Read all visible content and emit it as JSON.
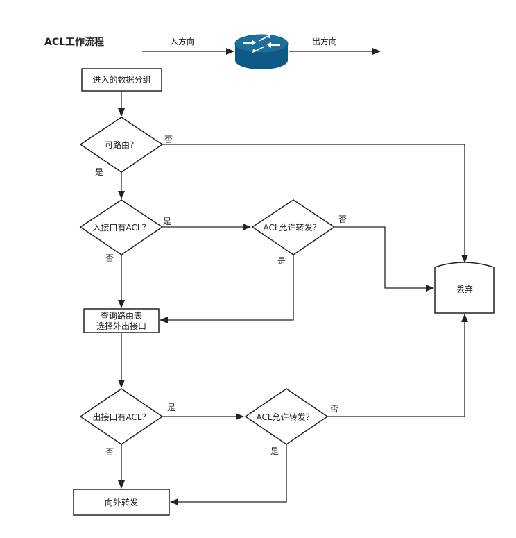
{
  "title": "ACL工作流程",
  "router": {
    "in_label": "入方向",
    "out_label": "出方向",
    "colors": {
      "top": "#1b6f9a",
      "body": "#0d5a87",
      "arrow": "#ffffff"
    },
    "icon": "router-icon"
  },
  "nodes": {
    "enter": "进入的数据分组",
    "routable": "可路由？",
    "in_acl": "入接口有ACL？",
    "in_permit": "ACL允许转发？",
    "lookup_line1": "查询路由表",
    "lookup_line2": "选择外出接口",
    "out_acl": "出接口有ACL？",
    "out_permit": "ACL允许转发？",
    "drop": "丢弃",
    "forward": "向外转发"
  },
  "edge_labels": {
    "routable_no": "否",
    "routable_yes": "是",
    "in_acl_yes": "是",
    "in_acl_no": "否",
    "in_permit_no": "否",
    "in_permit_yes": "是",
    "out_acl_yes": "是",
    "out_acl_no": "否",
    "out_permit_no": "否",
    "out_permit_yes": "是"
  }
}
